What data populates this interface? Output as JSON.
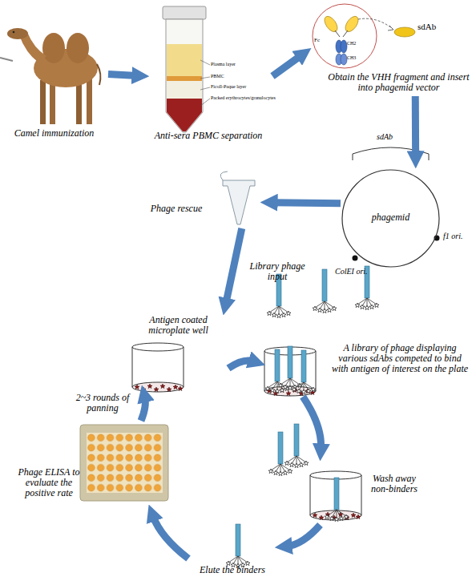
{
  "diagram": {
    "nodes": [
      {
        "text": [
          "Camel immunization"
        ]
      },
      {
        "text": [
          "Anti-sera PBMC separation"
        ]
      },
      {
        "text": [
          "Obtain the VHH fragment and insert into phagemid vector"
        ]
      },
      {
        "text": [
          "phagemid"
        ]
      },
      {
        "text": [
          "Phage rescue"
        ]
      },
      {
        "text": [
          "Antigen coated microplate well"
        ]
      },
      {
        "text": [
          "A library of phage displaying various sdAbs competed to bind with antigen of interest on the plate"
        ]
      },
      {
        "text": [
          "Wash away non-binders"
        ]
      },
      {
        "text": [
          "Elute the binders"
        ]
      },
      {
        "text": [
          "Phage ELISA to evaluate the positive rate"
        ]
      }
    ],
    "edges": [
      {
        "from": 0,
        "to": 1,
        "arrow": "to"
      },
      {
        "from": 1,
        "to": 2,
        "arrow": "to"
      },
      {
        "from": 2,
        "to": 3,
        "arrow": "to"
      },
      {
        "from": 3,
        "to": 4,
        "arrow": "to"
      },
      {
        "from": 4,
        "to": 5,
        "label": "Library phage input",
        "arrow": "to"
      },
      {
        "from": 5,
        "to": 6,
        "arrow": "to"
      },
      {
        "from": 6,
        "to": 7,
        "arrow": "to"
      },
      {
        "from": 7,
        "to": 8,
        "arrow": "to"
      },
      {
        "from": 8,
        "to": 9,
        "arrow": "to"
      },
      {
        "from": 9,
        "to": 5,
        "label": "2~3 rounds of panning",
        "arrow": "to"
      }
    ],
    "labels": [
      "Plasma layer",
      "PBMC",
      "Ficoll-Paque layer",
      "Packed erythrocytes/granulocytes",
      "Fc",
      "CH2",
      "CH3",
      "sdAb",
      "sdAb",
      "ColEI ori.",
      "f1 ori."
    ]
  }
}
